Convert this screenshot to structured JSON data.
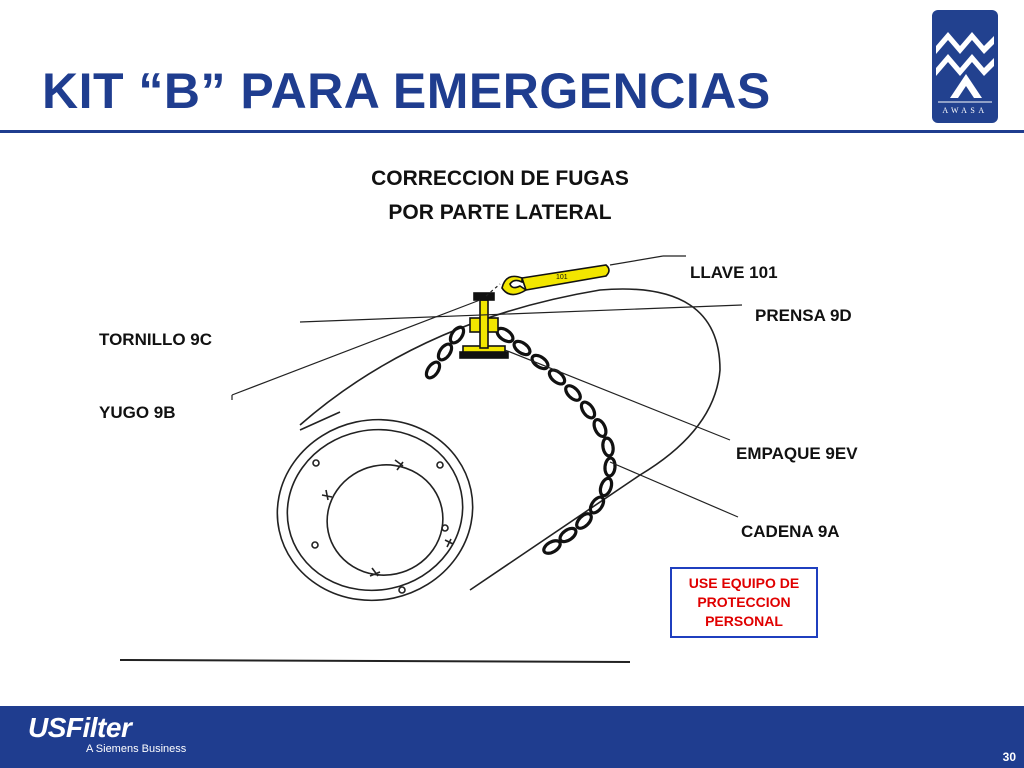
{
  "slide": {
    "title": "KIT “B”  PARA EMERGENCIAS",
    "heading_line1": "CORRECCION DE FUGAS",
    "heading_line2": "POR PARTE LATERAL",
    "number": "30"
  },
  "logo": {
    "text": "AWASA",
    "color": "#22418f"
  },
  "callouts": {
    "llave": "LLAVE 101",
    "prensa": "PRENSA 9D",
    "tornillo": "TORNILLO 9C",
    "yugo": "YUGO 9B",
    "empaque": "EMPAQUE 9EV",
    "cadena": "CADENA 9A"
  },
  "warning": {
    "line1": "USE EQUIPO DE",
    "line2": "PROTECCION",
    "line3": "PERSONAL",
    "text_color": "#e00000",
    "border_color": "#1f3fbf"
  },
  "footer": {
    "brand": "USFilter",
    "subtitle": "A Siemens Business",
    "color": "#1f3d8f"
  },
  "colors": {
    "title": "#1f3d8f",
    "wrench": "#f2e600",
    "clamp": "#f2e600"
  }
}
